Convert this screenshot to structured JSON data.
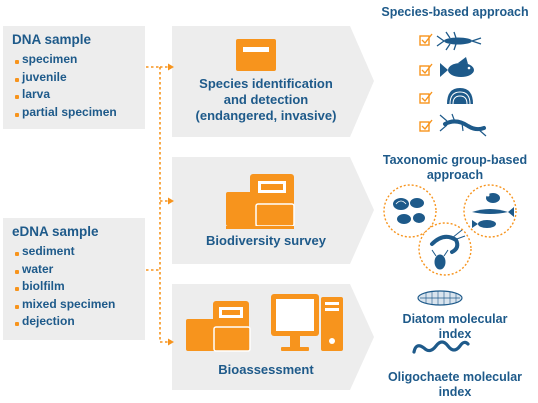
{
  "dna_sample": {
    "title": "DNA sample",
    "items": [
      "specimen",
      "juvenile",
      "larva",
      "partial specimen"
    ]
  },
  "edna_sample": {
    "title": "eDNA sample",
    "items": [
      "sediment",
      "water",
      "biolfilm",
      "mixed specimen",
      "dejection"
    ]
  },
  "steps": [
    {
      "label_line1": "Species identification",
      "label_line2": "and detection",
      "label_line3": "(endangered, invasive)"
    },
    {
      "label": "Biodiversity survey"
    },
    {
      "label": "Bioassessment"
    }
  ],
  "approaches": {
    "species_based": "Species-based approach",
    "taxonomic_line1": "Taxonomic group-based",
    "taxonomic_line2": "approach",
    "diatom_line1": "Diatom molecular",
    "diatom_line2": "index",
    "oligo_line1": "Oligochaete molecular",
    "oligo_line2": "index"
  },
  "colors": {
    "accent": "#f7941d",
    "text": "#1e5a8a",
    "panel": "#ededed",
    "organism": "#1e5a8a"
  }
}
